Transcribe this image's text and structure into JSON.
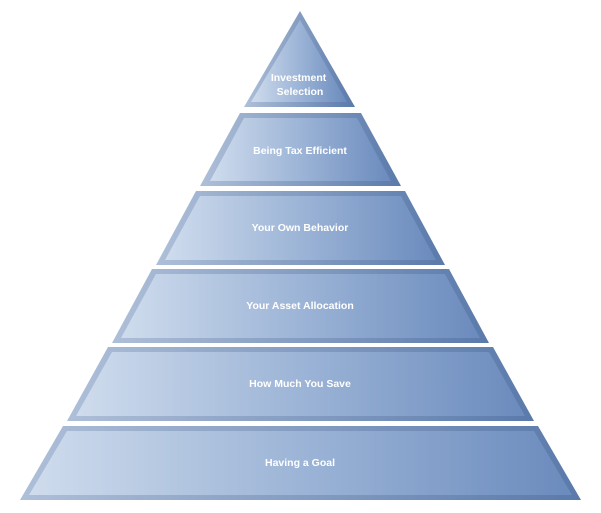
{
  "pyramid": {
    "tiers": [
      {
        "label_lines": [
          "Investment",
          "Selection"
        ]
      },
      {
        "label_lines": [
          "Being Tax Efficient"
        ]
      },
      {
        "label_lines": [
          "Your Own Behavior"
        ]
      },
      {
        "label_lines": [
          "Your Asset Allocation"
        ]
      },
      {
        "label_lines": [
          "How Much You Save"
        ]
      },
      {
        "label_lines": [
          "Having a Goal"
        ]
      }
    ],
    "colors": {
      "fill_light": "#cfdced",
      "fill_mid": "#97b0d4",
      "fill_dark": "#6b8bbd",
      "edge_light": "#aebfd8",
      "edge_dark": "#5a7aab",
      "label": "#ffffff"
    }
  }
}
